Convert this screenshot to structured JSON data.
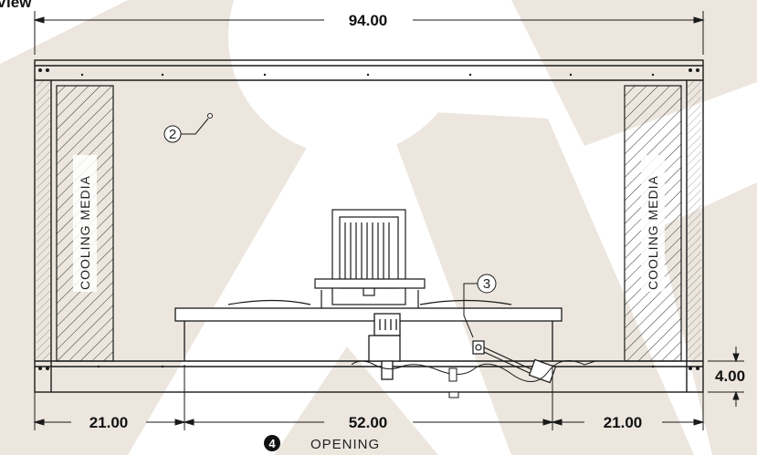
{
  "header": {
    "view_label": "View"
  },
  "dimensions": {
    "overall_width": "94.00",
    "left_media": "21.00",
    "center_opening": "52.00",
    "right_media": "21.00",
    "base_height": "4.00"
  },
  "labels": {
    "left_media": "COOLING MEDIA",
    "right_media": "COOLING MEDIA",
    "opening_number": "4",
    "opening": "OPENING"
  },
  "callouts": {
    "item_2": "2",
    "item_3": "3"
  },
  "colors": {
    "watermark": "#ece6de",
    "line": "#1a1a1a",
    "hatch": "#333333"
  }
}
